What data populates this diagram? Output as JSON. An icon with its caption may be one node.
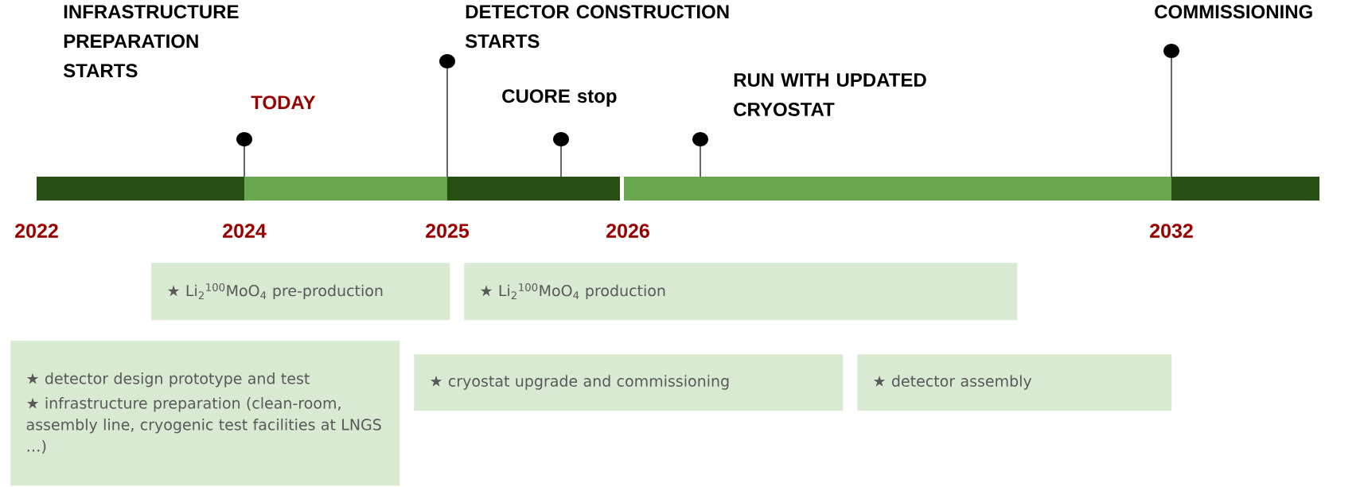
{
  "diagram": {
    "nodes": [
      {
        "text": [
          "★ Li$_{2}$$^{100}$MoO$_{4}$ pre-production"
        ]
      },
      {
        "text": [
          "★ Li$_{2}$$^{100}$MoO$_{4}$ production"
        ]
      },
      {
        "text": [
          "★ detector design prototype and test",
          "★ infrastructure preparation (clean-room, assembly line, cryogenic test facilities at LNGS …)"
        ]
      },
      {
        "text": [
          "★ cryostat upgrade and commissioning"
        ]
      },
      {
        "text": [
          "★ detector assembly"
        ]
      }
    ],
    "labels": [
      "INFRASTRUCTURE PREPARATION STARTS",
      "DETECTOR CONSTRUCTION STARTS",
      "COMMISSIONING",
      "RUN WITH UPDATED CRYOSTAT",
      "TODAY",
      "CUORE stop",
      "2022",
      "2024",
      "2025",
      "2026",
      "2032"
    ]
  }
}
